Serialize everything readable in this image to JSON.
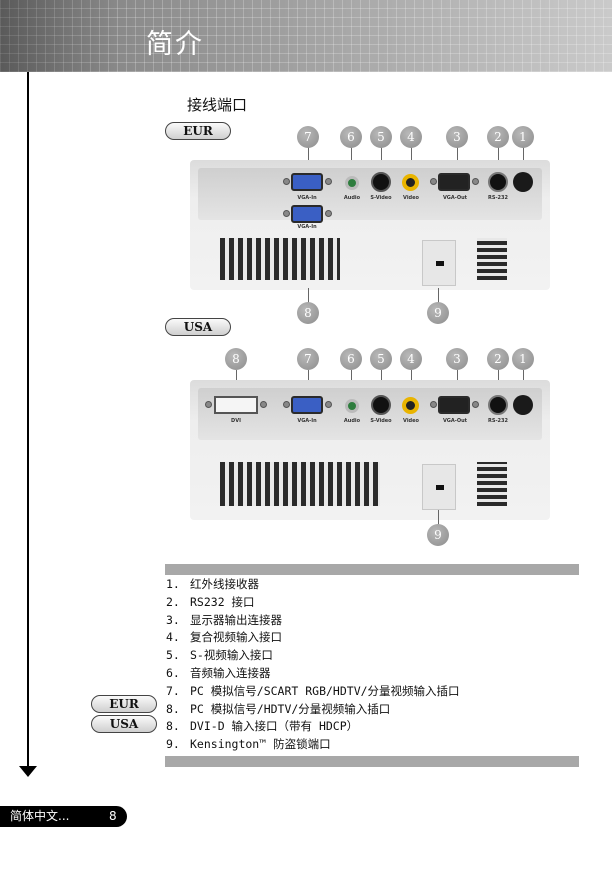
{
  "header": {
    "title": "简介"
  },
  "section_title": "接线端口",
  "eur": {
    "tag": "EUR",
    "port_labels": {
      "vga_in_top": "VGA-In",
      "vga_in_bottom": "VGA-In",
      "audio": "Audio",
      "s_video": "S-Video",
      "video": "Video",
      "vga_out": "VGA-Out",
      "rs232": "RS-232"
    },
    "top_badges": [
      "7",
      "6",
      "5",
      "4",
      "3",
      "2",
      "1"
    ],
    "bottom_badges": [
      "8",
      "9"
    ]
  },
  "usa": {
    "tag": "USA",
    "port_labels": {
      "dvi": "DVI",
      "vga_in": "VGA-In",
      "audio": "Audio",
      "s_video": "S-Video",
      "video": "Video",
      "vga_out": "VGA-Out",
      "rs232": "RS-232"
    },
    "top_badges": [
      "8",
      "7",
      "6",
      "5",
      "4",
      "3",
      "2",
      "1"
    ],
    "bottom_badges": [
      "9"
    ]
  },
  "list": [
    {
      "num": "1.",
      "text": "红外线接收器"
    },
    {
      "num": "2.",
      "text": "RS232 接口"
    },
    {
      "num": "3.",
      "text": "显示器输出连接器"
    },
    {
      "num": "4.",
      "text": "复合视频输入接口"
    },
    {
      "num": "5.",
      "text": "S-视频输入接口"
    },
    {
      "num": "6.",
      "text": "音频输入连接器"
    },
    {
      "num": "7.",
      "text": "PC 模拟信号/SCART RGB/HDTV/分量视频输入插口"
    },
    {
      "num": "8.",
      "text": "PC 模拟信号/HDTV/分量视频输入插口"
    },
    {
      "num": "8.",
      "text": "DVI-D 输入接口（带有 HDCP）"
    },
    {
      "num": "9.",
      "text": "Kensington™ 防盗锁端口"
    }
  ],
  "side_tags": {
    "eur": "EUR",
    "usa": "USA"
  },
  "footer": {
    "section": "简体中文...",
    "page": "8"
  }
}
